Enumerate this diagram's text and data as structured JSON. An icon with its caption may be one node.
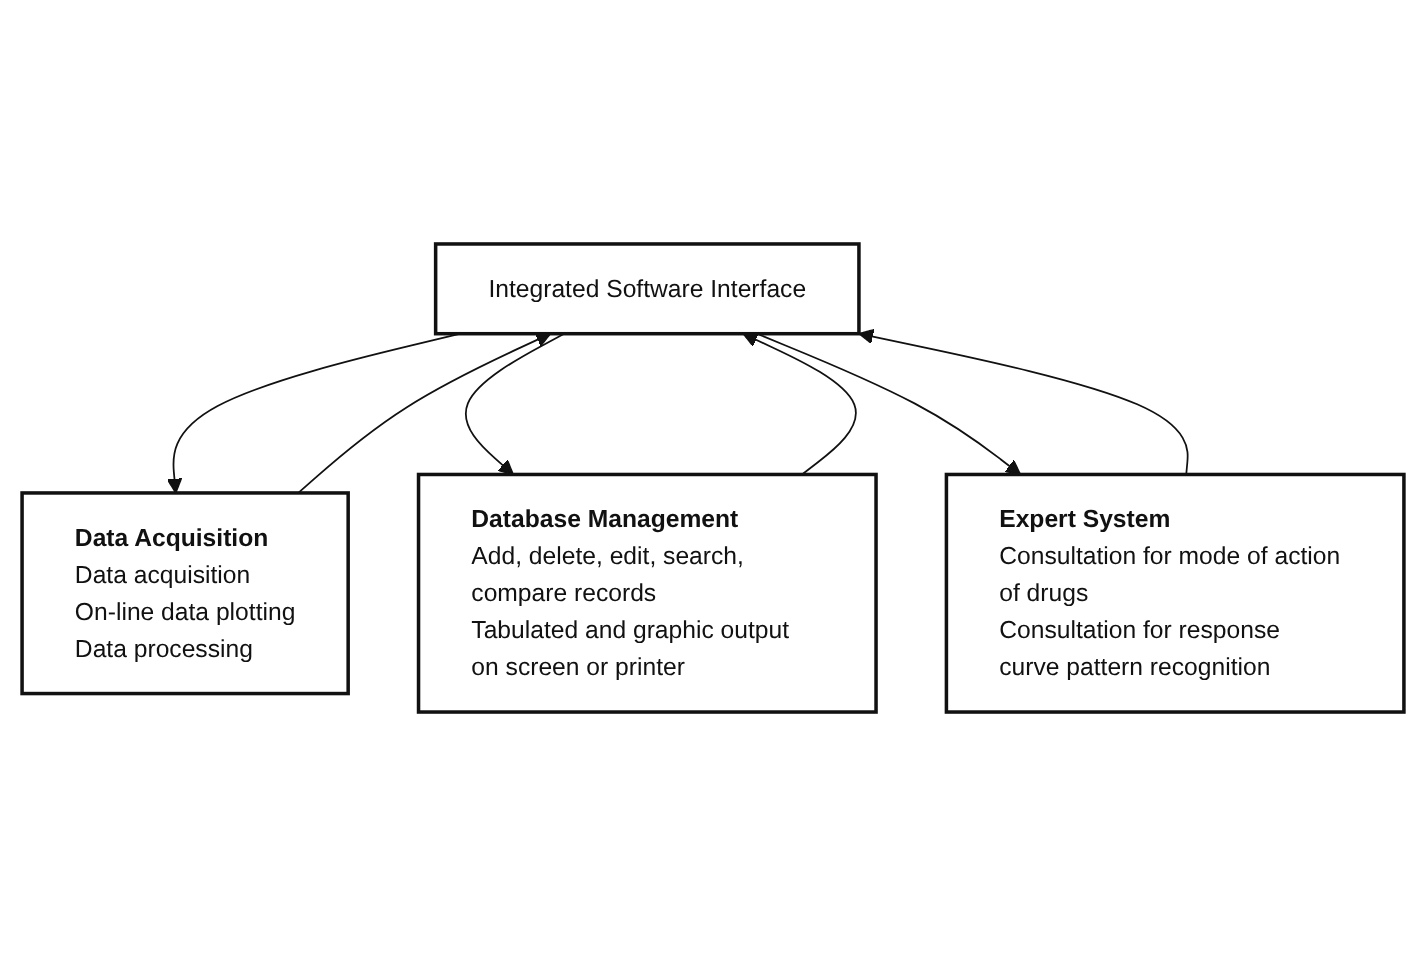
{
  "diagram": {
    "nodes": [
      {
        "text": [
          "Integrated Software Interface"
        ]
      },
      {
        "text": [
          "Data Acquisition",
          "Data acquisition",
          "On-line data plotting",
          "Data processing"
        ]
      },
      {
        "text": [
          "Database Management",
          "Add, delete, edit, search, compare records",
          "Tabulated and graphic output on screen or printer"
        ]
      },
      {
        "text": [
          "Expert System",
          "Consultation for mode of action of drugs",
          "Consultation for response curve pattern recognition"
        ]
      }
    ],
    "edges": [
      {
        "from": 0,
        "to": 1,
        "arrow": "to"
      },
      {
        "from": 1,
        "to": 0,
        "arrow": "to"
      },
      {
        "from": 0,
        "to": 2,
        "arrow": "to"
      },
      {
        "from": 2,
        "to": 0,
        "arrow": "to"
      },
      {
        "from": 0,
        "to": 3,
        "arrow": "to"
      },
      {
        "from": 3,
        "to": 0,
        "arrow": "to"
      }
    ]
  }
}
